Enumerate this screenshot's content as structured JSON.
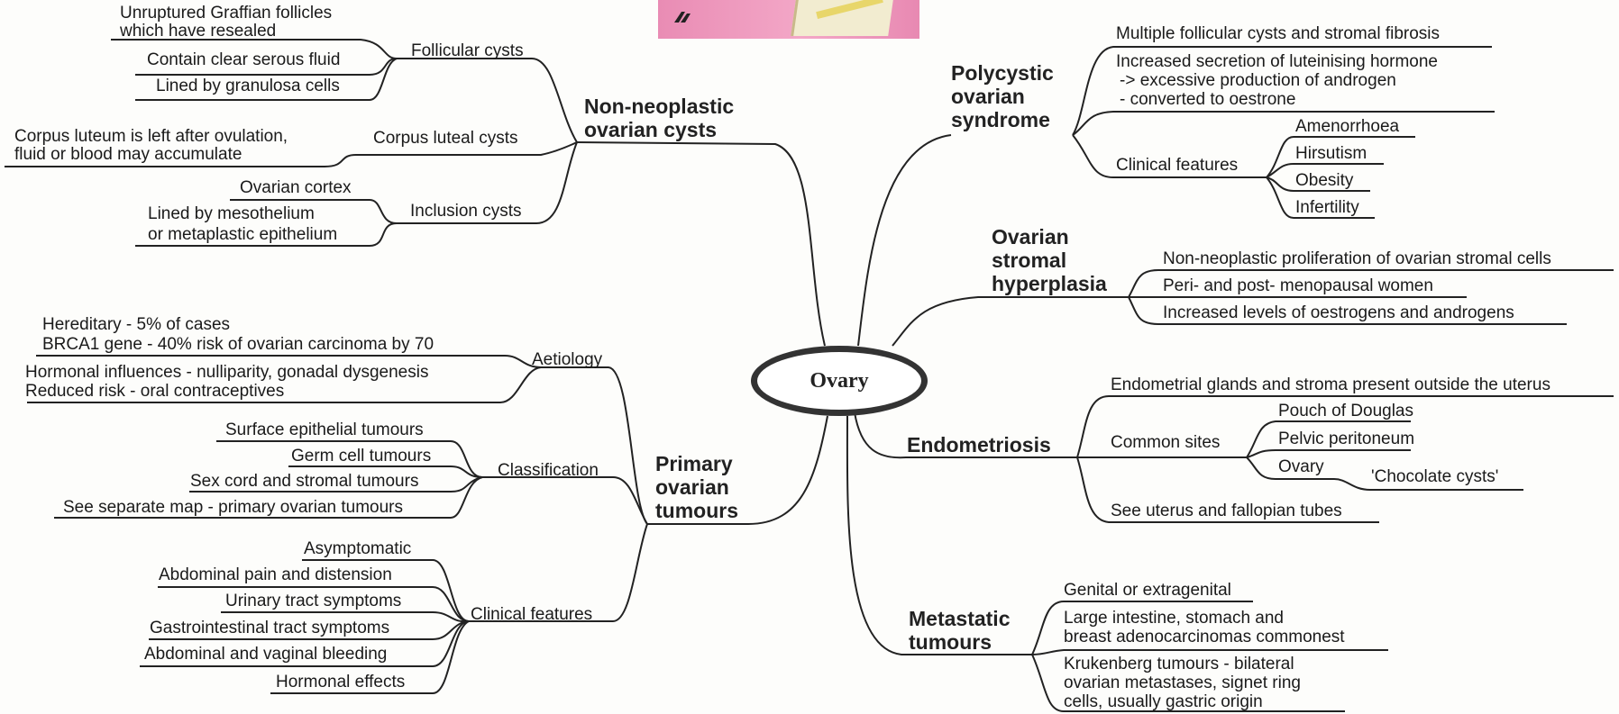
{
  "center": {
    "label": "Ovary"
  },
  "branches": {
    "non_neoplastic": {
      "title": [
        "Non-neoplastic",
        "ovarian cysts"
      ],
      "follicular": {
        "label": "Follicular cysts",
        "items": [
          "Unruptured Graffian follicles",
          "which have resealed",
          "Contain clear serous fluid",
          "Lined by granulosa cells"
        ]
      },
      "luteal": {
        "label": "Corpus luteal cysts",
        "items": [
          "Corpus luteum is left after ovulation,",
          "fluid or blood may accumulate"
        ]
      },
      "inclusion": {
        "label": "Inclusion cysts",
        "items": [
          "Ovarian cortex",
          "Lined by mesothelium",
          "or metaplastic epithelium"
        ]
      }
    },
    "pcos": {
      "title": [
        "Polycystic",
        "ovarian",
        "syndrome"
      ],
      "items": [
        "Multiple follicular cysts and stromal fibrosis",
        "Increased secretion of luteinising hormone",
        "-> excessive production of androgen",
        "- converted to oestrone"
      ],
      "clinical": {
        "label": "Clinical features",
        "items": [
          "Amenorrhoea",
          "Hirsutism",
          "Obesity",
          "Infertility"
        ]
      }
    },
    "stromal": {
      "title": [
        "Ovarian",
        "stromal",
        "hyperplasia"
      ],
      "items": [
        "Non-neoplastic proliferation of ovarian stromal cells",
        "Peri- and post- menopausal women",
        "Increased levels of oestrogens and androgens"
      ]
    },
    "endometriosis": {
      "title": [
        "Endometriosis"
      ],
      "items": [
        "Endometrial glands and stroma present outside the uterus",
        "See uterus and fallopian tubes"
      ],
      "sites": {
        "label": "Common sites",
        "items": [
          "Pouch of Douglas",
          "Pelvic peritoneum",
          "Ovary",
          "'Chocolate cysts'"
        ]
      }
    },
    "metastatic": {
      "title": [
        "Metastatic",
        "tumours"
      ],
      "items": [
        "Genital or extragenital",
        "Large intestine, stomach and",
        "breast adenocarcinomas commonest",
        "Krukenberg tumours - bilateral",
        "ovarian metastases, signet ring",
        "cells, usually gastric origin"
      ]
    },
    "primary": {
      "title": [
        "Primary",
        "ovarian",
        "tumours"
      ],
      "aetiology": {
        "label": "Aetiology",
        "items": [
          "Hereditary  -  5% of cases",
          "BRCA1 gene - 40% risk of ovarian carcinoma by 70",
          "Hormonal influences - nulliparity, gonadal dysgenesis",
          "Reduced risk - oral contraceptives"
        ]
      },
      "classification": {
        "label": "Classification",
        "items": [
          "Surface epithelial tumours",
          "Germ cell tumours",
          "Sex cord and stromal tumours",
          "See separate map - primary ovarian tumours"
        ]
      },
      "clinical": {
        "label": "Clinical features",
        "items": [
          "Asymptomatic",
          "Abdominal pain and distension",
          "Urinary tract symptoms",
          "Gastrointestinal tract symptoms",
          "Abdominal and vaginal bleeding",
          "Hormonal effects"
        ]
      }
    }
  }
}
